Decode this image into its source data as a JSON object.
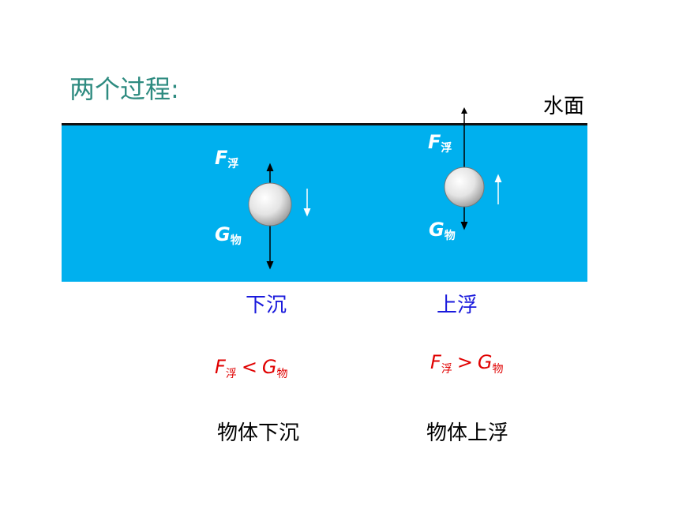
{
  "title": "两个过程:",
  "surface_label": "水面",
  "colors": {
    "water": "#00b0ee",
    "title": "#2e8b80",
    "process": "#1a1adc",
    "condition": "#e00000"
  },
  "left": {
    "buoyancy_symbol": "F",
    "buoyancy_sub": "浮",
    "gravity_symbol": "G",
    "gravity_sub": "物",
    "process": "下沉",
    "condition": {
      "lhs": "F",
      "lhs_sub": "浮",
      "op": "<",
      "rhs": "G",
      "rhs_sub": "物"
    },
    "result": "物体下沉"
  },
  "right": {
    "buoyancy_symbol": "F",
    "buoyancy_sub": "浮",
    "gravity_symbol": "G",
    "gravity_sub": "物",
    "process": "上浮",
    "condition": {
      "lhs": "F",
      "lhs_sub": "浮",
      "op": ">",
      "rhs": "G",
      "rhs_sub": "物"
    },
    "result": "物体上浮"
  }
}
